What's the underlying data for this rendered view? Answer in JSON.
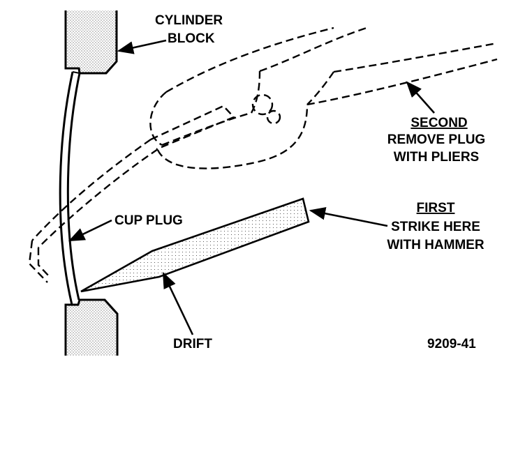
{
  "labels": {
    "cylinder_block": [
      "CYLINDER",
      "BLOCK"
    ],
    "second": [
      "SECOND",
      "REMOVE PLUG",
      "WITH PLIERS"
    ],
    "first": [
      "FIRST",
      "STRIKE HERE",
      "WITH HAMMER"
    ],
    "cup_plug": "CUP PLUG",
    "drift": "DRIFT",
    "figure_number": "9209-41"
  },
  "colors": {
    "ink": "#000000",
    "paper": "#ffffff"
  }
}
